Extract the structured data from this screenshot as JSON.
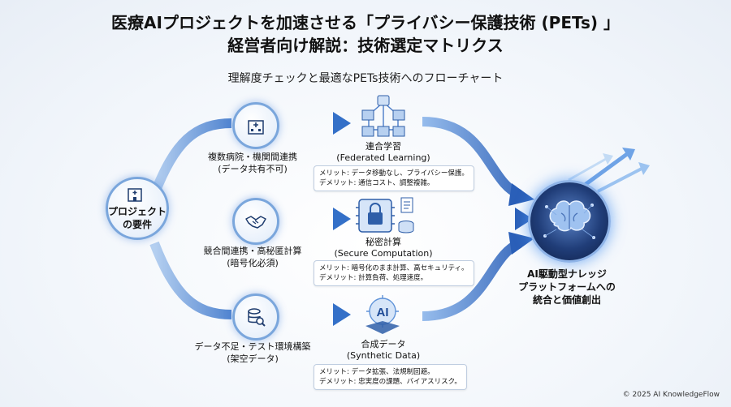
{
  "header": {
    "title_line1": "医療AIプロジェクトを加速させる「プライバシー保護技術 (PETs) 」",
    "title_line2": "経営者向け解説：技術選定マトリクス",
    "subtitle": "理解度チェックと最適なPETs技術へのフローチャート"
  },
  "hub": {
    "label_line1": "プロジェクト",
    "label_line2": "の要件",
    "icon": "hospital-icon"
  },
  "sources": [
    {
      "line1": "複数病院・機関間連携",
      "line2": "(データ共有不可)",
      "icon": "hospital-building-icon"
    },
    {
      "line1": "競合間連携・高秘匿計算",
      "line2": "(暗号化必須)",
      "icon": "handshake-icon"
    },
    {
      "line1": "データ不足・テスト環境構築",
      "line2": "(架空データ)",
      "icon": "database-search-icon"
    }
  ],
  "techs": [
    {
      "name": "連合学習",
      "name_en": "(Federated Learning)",
      "merit": "メリット: データ移動なし、プライバシー保護。",
      "demerit": "デメリット: 通信コスト、調整複雑。",
      "icon": "network-cubes-icon"
    },
    {
      "name": "秘密計算",
      "name_en": "(Secure Computation)",
      "merit": "メリット: 暗号化のまま計算、高セキュリティ。",
      "demerit": "デメリット: 計算負荷、処理速度。",
      "icon": "lock-chip-icon"
    },
    {
      "name": "合成データ",
      "name_en": "(Synthetic Data)",
      "merit": "メリット: データ拡張、法規制回避。",
      "demerit": "デメリット: 忠実度の課題、バイアスリスク。",
      "icon": "ai-chip-icon"
    }
  ],
  "target": {
    "line1": "AI駆動型ナレッジ",
    "line2": "プラットフォームへの",
    "line3": "統合と価値創出",
    "icon": "brain-icon"
  },
  "footer": {
    "copyright": "© 2025 AI KnowledgeFlow"
  },
  "colors": {
    "arrow": "#3f7fd6",
    "arrow_light": "#9cc3f0",
    "circle_border": "#7aa6dc",
    "brain_dark": "#203d78"
  }
}
